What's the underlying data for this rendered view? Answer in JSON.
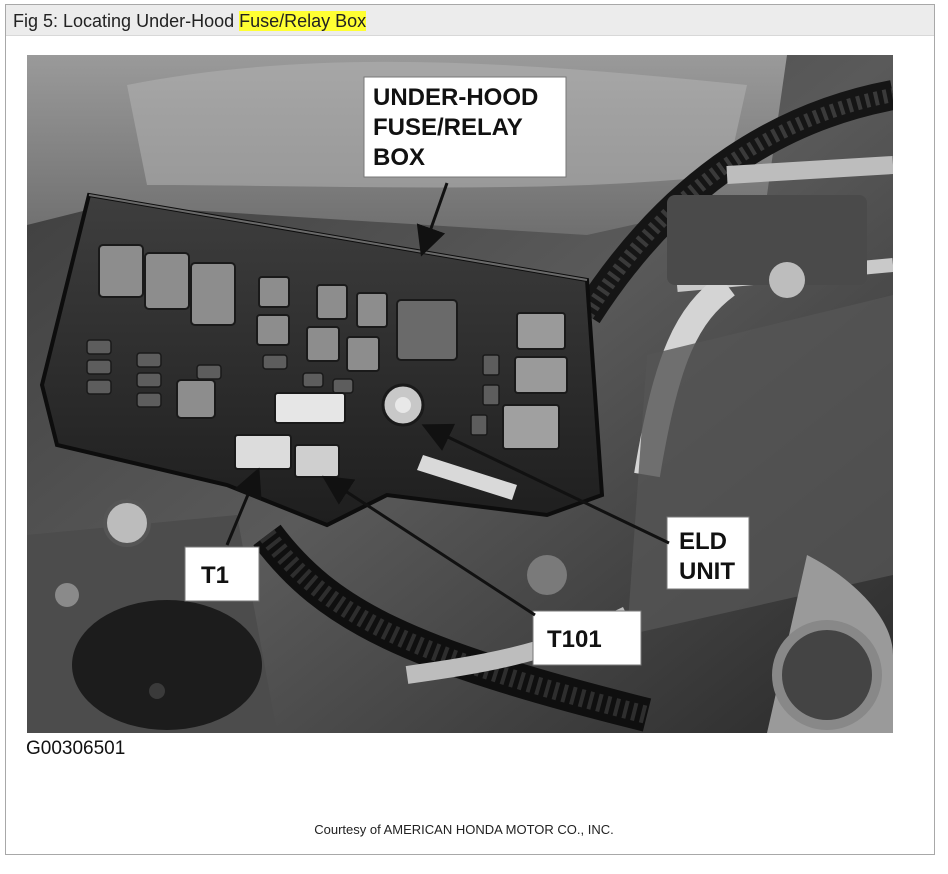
{
  "figure": {
    "title_prefix": "Fig 5: Locating Under-Hood ",
    "title_highlight": "Fuse/Relay Box",
    "highlight_color": "#ffff33"
  },
  "callouts": {
    "box_line1": "UNDER-HOOD",
    "box_line2": "FUSE/RELAY",
    "box_line3": "BOX",
    "eld_line1": "ELD",
    "eld_line2": "UNIT",
    "t1": "T1",
    "t101": "T101"
  },
  "figure_id": "G00306501",
  "courtesy": "Courtesy of AMERICAN HONDA MOTOR CO., INC."
}
